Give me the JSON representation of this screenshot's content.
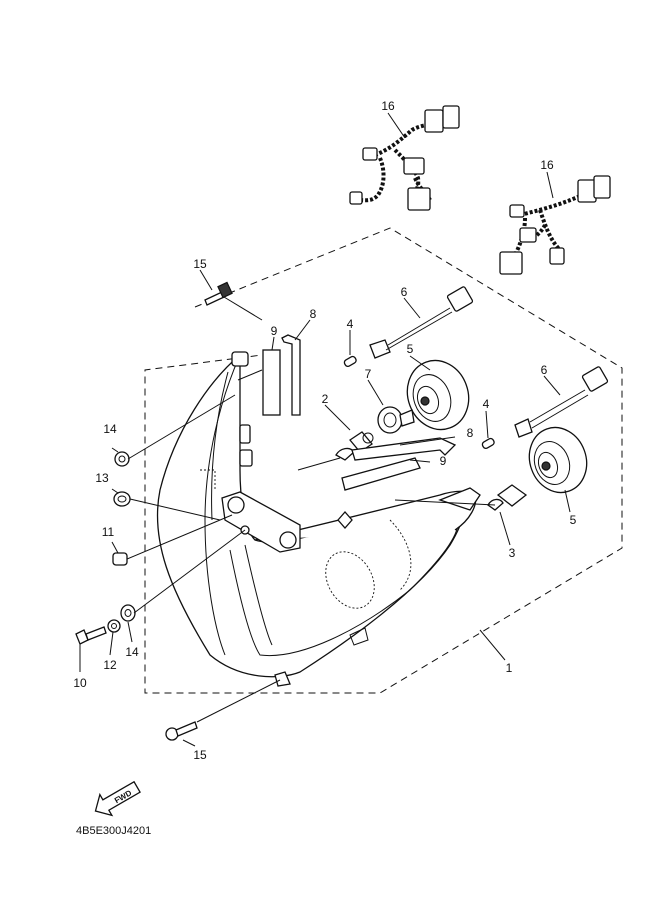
{
  "labels": {
    "p1": "1",
    "p2": "2",
    "p3": "3",
    "p4a": "4",
    "p4b": "4",
    "p5a": "5",
    "p5b": "5",
    "p6a": "6",
    "p6b": "6",
    "p7": "7",
    "p8a": "8",
    "p8b": "8",
    "p9a": "9",
    "p9b": "9",
    "p10": "10",
    "p11": "11",
    "p12": "12",
    "p13": "13",
    "p14a": "14",
    "p14b": "14",
    "p15a": "15",
    "p15b": "15",
    "p16a": "16",
    "p16b": "16"
  },
  "fwd_label": "FWD",
  "diagram_code": "4B5E300J4201"
}
